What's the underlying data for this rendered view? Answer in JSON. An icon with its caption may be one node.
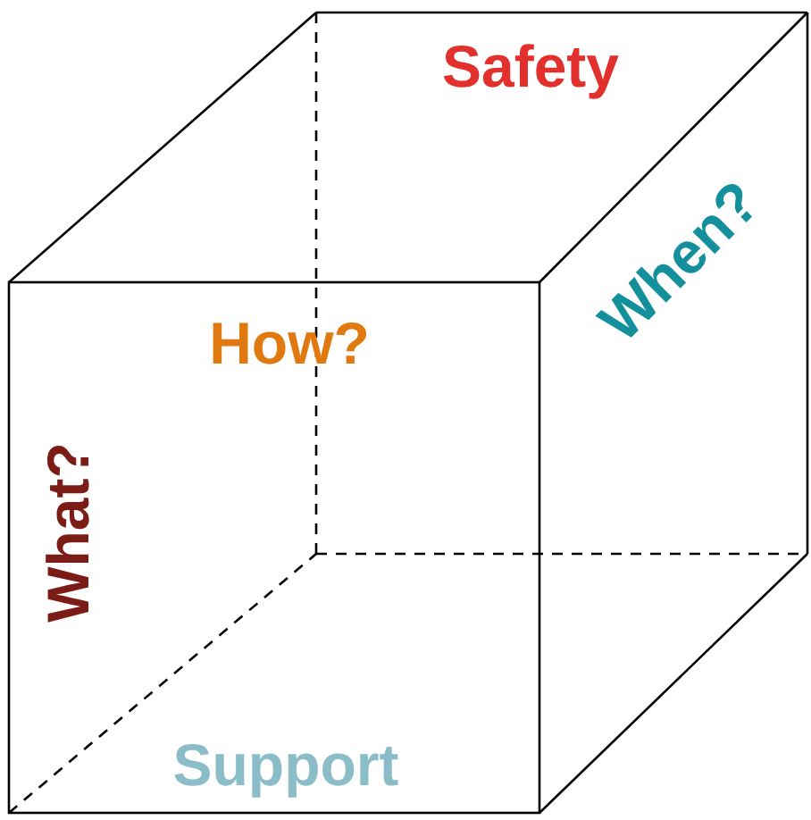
{
  "diagram": {
    "labels": [
      "Safety",
      "When?",
      "How?",
      "What?",
      "Support"
    ]
  }
}
